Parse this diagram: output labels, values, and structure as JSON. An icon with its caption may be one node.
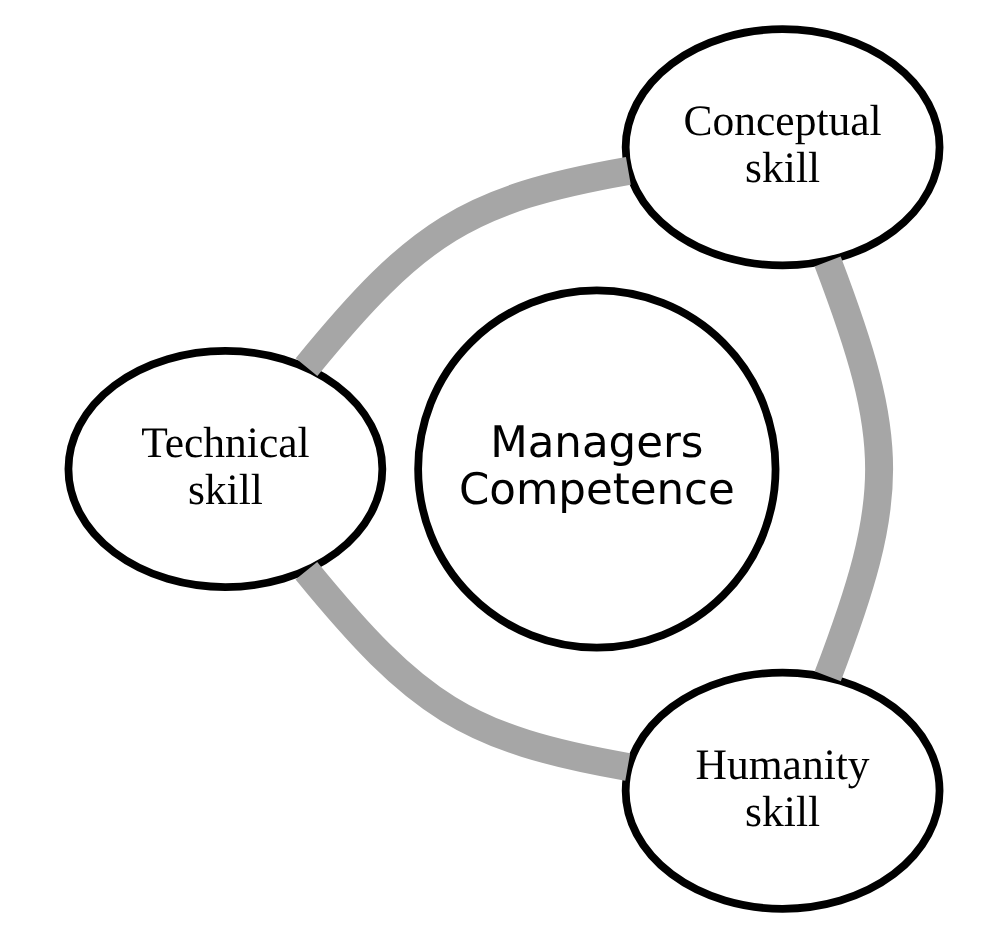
{
  "diagram": {
    "nodes": [
      {
        "text": [
          "Conceptual skill"
        ]
      },
      {
        "text": [
          "Managers Competence"
        ]
      },
      {
        "text": [
          "Technical skill"
        ]
      },
      {
        "text": [
          "Humanity skill"
        ]
      }
    ],
    "edges": [
      {
        "from": 0,
        "to": 3,
        "arrow": "none"
      },
      {
        "from": 3,
        "to": 2,
        "arrow": "none"
      },
      {
        "from": 2,
        "to": 0,
        "arrow": "none"
      }
    ]
  }
}
